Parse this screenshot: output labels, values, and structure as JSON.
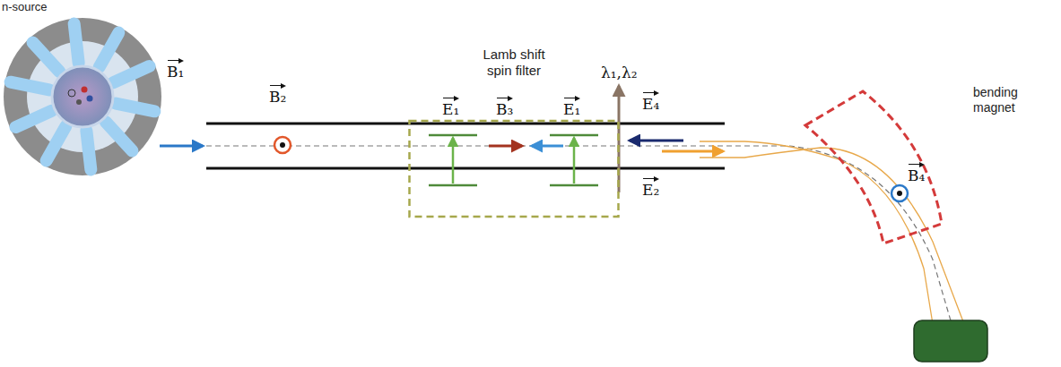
{
  "diagram": {
    "nodes": [
      {
        "text": [
          "n-source"
        ]
      },
      {
        "text": [
          "Lamb shift spin filter"
        ]
      },
      {
        "text": [
          "bending magnet"
        ]
      }
    ],
    "labels": [
      "B₁",
      "B₂",
      "E₁",
      "B₃",
      "E₁",
      "λ₁,λ₂",
      "E₄",
      "E₂",
      "B₄"
    ]
  }
}
